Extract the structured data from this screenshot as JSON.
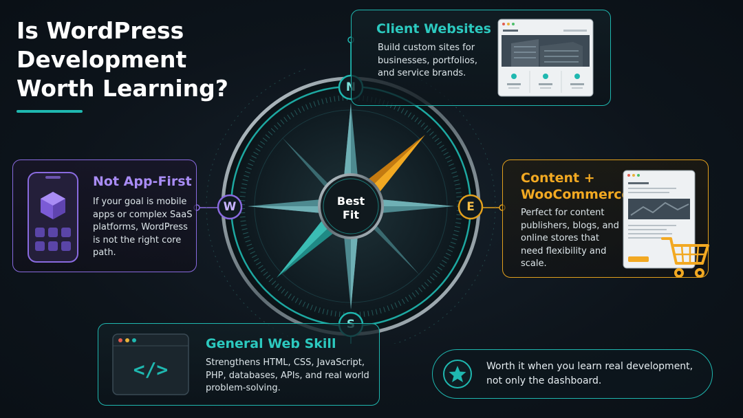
{
  "title": "Is WordPress Development Worth Learning?",
  "compass": {
    "center_line1": "Best",
    "center_line2": "Fit",
    "north": "N",
    "south": "S",
    "east": "E",
    "west": "W"
  },
  "cards": {
    "north": {
      "title": "Client Websites",
      "text": "Build custom sites for businesses, portfolios, and service brands."
    },
    "west": {
      "title": "Not App-First",
      "text": "If your goal is mobile apps or complex SaaS platforms, WordPress is not the right core path."
    },
    "east": {
      "title": "Content + WooCommerce",
      "text": "Perfect for content publishers, blogs, and online stores that need flexibility and scale."
    },
    "south": {
      "title": "General Web Skill",
      "text": "Strengthens HTML, CSS, JavaScript, PHP, databases, APIs, and real world problem-solving.",
      "icon_text": "</>"
    }
  },
  "takeaway": {
    "text": "Worth it when you learn real development, not only the dashboard."
  },
  "colors": {
    "teal": "#1fb8b0",
    "purple": "#8a6be0",
    "gold": "#e3a01c",
    "background": "#0d141b"
  },
  "icons": [
    "website-mockup-icon",
    "mobile-app-icon",
    "code-window-icon",
    "shopping-cart-icon",
    "star-icon",
    "compass-icon"
  ]
}
